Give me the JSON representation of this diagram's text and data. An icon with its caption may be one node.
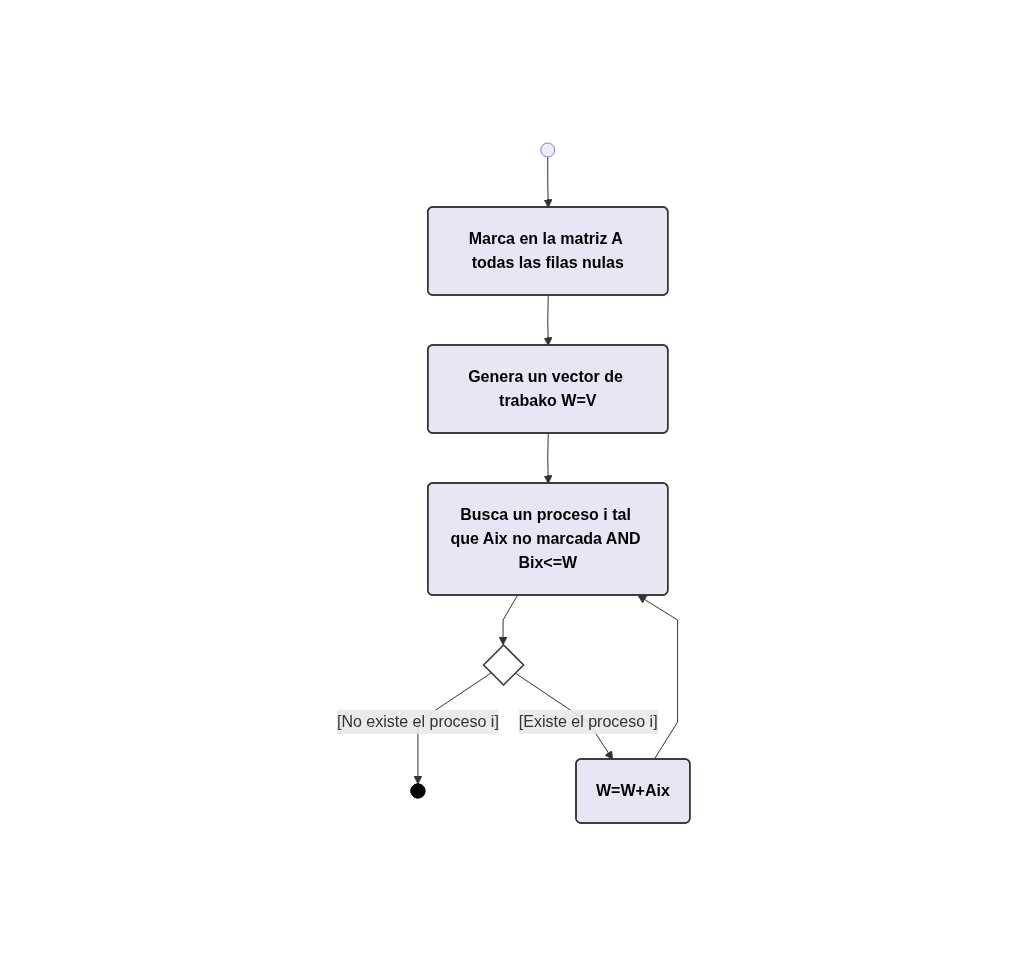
{
  "diagram": {
    "nodes": [
      {
        "text": [],
        "shape": "circle"
      },
      {
        "text": [
          "Marca en la matriz A todas las filas nulas"
        ]
      },
      {
        "text": [
          "Genera un vector de trabako W=V"
        ]
      },
      {
        "text": [
          "Busca un proceso i tal que Aix no marcada AND Bix<=W"
        ]
      },
      {
        "text": [],
        "shape": "diamond"
      },
      {
        "text": [],
        "shape": "circle"
      },
      {
        "text": [
          "W=W+Aix"
        ]
      }
    ],
    "edges": [
      {
        "from": 0,
        "to": 1,
        "arrow": "to"
      },
      {
        "from": 1,
        "to": 2,
        "arrow": "to"
      },
      {
        "from": 2,
        "to": 3,
        "arrow": "to"
      },
      {
        "from": 3,
        "to": 4,
        "arrow": "to"
      },
      {
        "from": 4,
        "to": 5,
        "arrow": "to",
        "label": "[No existe el proceso i]"
      },
      {
        "from": 4,
        "to": 6,
        "arrow": "to",
        "label": "[Existe el proceso i]"
      },
      {
        "from": 6,
        "to": 3,
        "arrow": "to"
      }
    ]
  }
}
